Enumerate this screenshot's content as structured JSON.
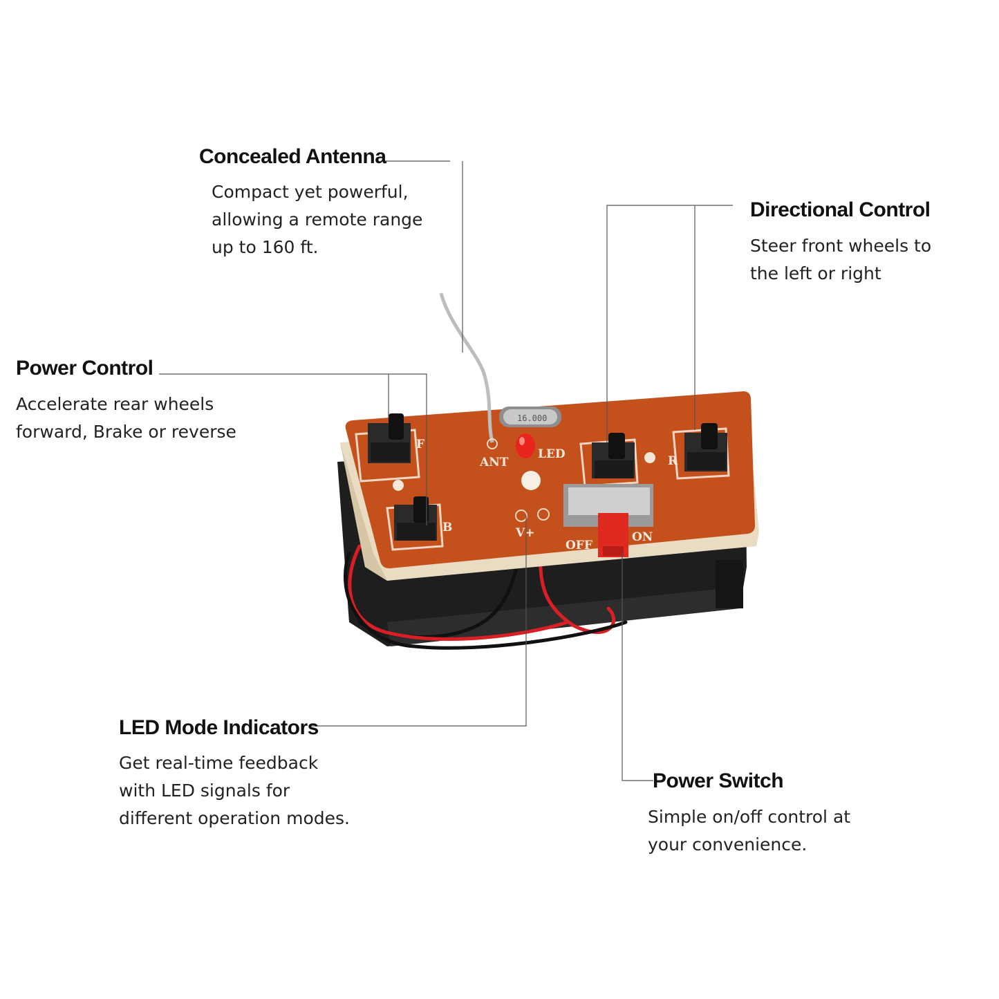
{
  "callouts": {
    "antenna": {
      "title": "Concealed Antenna",
      "desc": "Compact yet powerful,\nallowing a remote range\nup to 160 ft."
    },
    "directional": {
      "title": "Directional Control",
      "desc": "Steer front wheels to\nthe left or right"
    },
    "power_control": {
      "title": "Power Control",
      "desc": "Accelerate rear wheels\nforward, Brake or reverse"
    },
    "led": {
      "title": "LED Mode Indicators",
      "desc": "Get real-time feedback\nwith LED signals for\ndifferent operation modes."
    },
    "power_switch": {
      "title": "Power Switch",
      "desc": "Simple on/off control at\nyour convenience."
    }
  },
  "board_labels": {
    "f": "F",
    "b": "B",
    "r": "R",
    "ant": "ANT",
    "led": "LED",
    "vplus": "V+",
    "off": "OFF",
    "on": "ON",
    "crystal": "16.000"
  },
  "colors": {
    "board": "#c4501c",
    "board_edge": "#e9dcc2",
    "battery_box": "#1e1e1e",
    "wire_red": "#d81f26",
    "wire_black": "#111111",
    "led": "#e8241c",
    "leader": "#555555"
  }
}
